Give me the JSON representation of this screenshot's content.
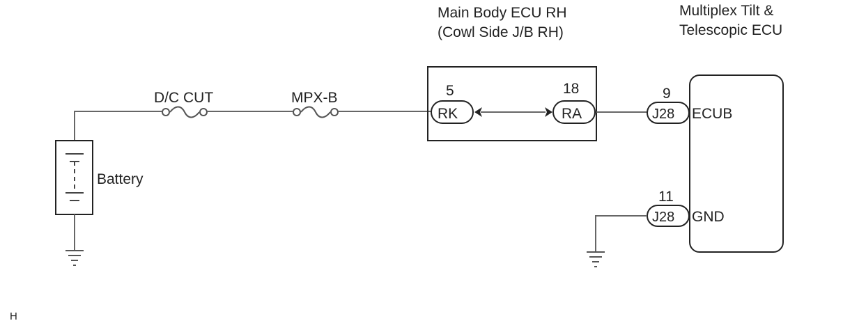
{
  "ecu_main": {
    "title_line1": "Main Body ECU RH",
    "title_line2": "(Cowl Side J/B RH)",
    "pin_rk_number": "5",
    "pin_rk_label": "RK",
    "pin_ra_number": "18",
    "pin_ra_label": "RA"
  },
  "ecu_tilt": {
    "title_line1": "Multiplex Tilt &",
    "title_line2": "Telescopic ECU",
    "pin_ecub_number": "9",
    "pin_ecub_connector": "J28",
    "pin_ecub_label": "ECUB",
    "pin_gnd_number": "11",
    "pin_gnd_connector": "J28",
    "pin_gnd_label": "GND"
  },
  "fuses": {
    "fuse1_label": "D/C CUT",
    "fuse2_label": "MPX-B"
  },
  "battery": {
    "label": "Battery"
  },
  "corner_mark": "H"
}
